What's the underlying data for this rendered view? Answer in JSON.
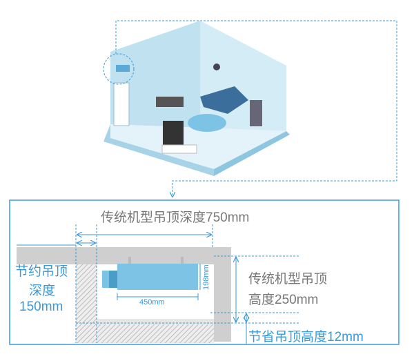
{
  "labels": {
    "traditional_depth": "传统机型吊顶深度750mm",
    "saved_depth": [
      "节约吊顶",
      "深度",
      "150mm"
    ],
    "traditional_height": [
      "传统机型吊顶",
      "高度250mm"
    ],
    "saved_height": "节省吊顶高度12mm",
    "unit_width": "450mm",
    "unit_height": "198mm"
  },
  "colors": {
    "accent": "#3a9ad9",
    "unit": "#7cc3e6",
    "wall": "#c8c8c8"
  }
}
